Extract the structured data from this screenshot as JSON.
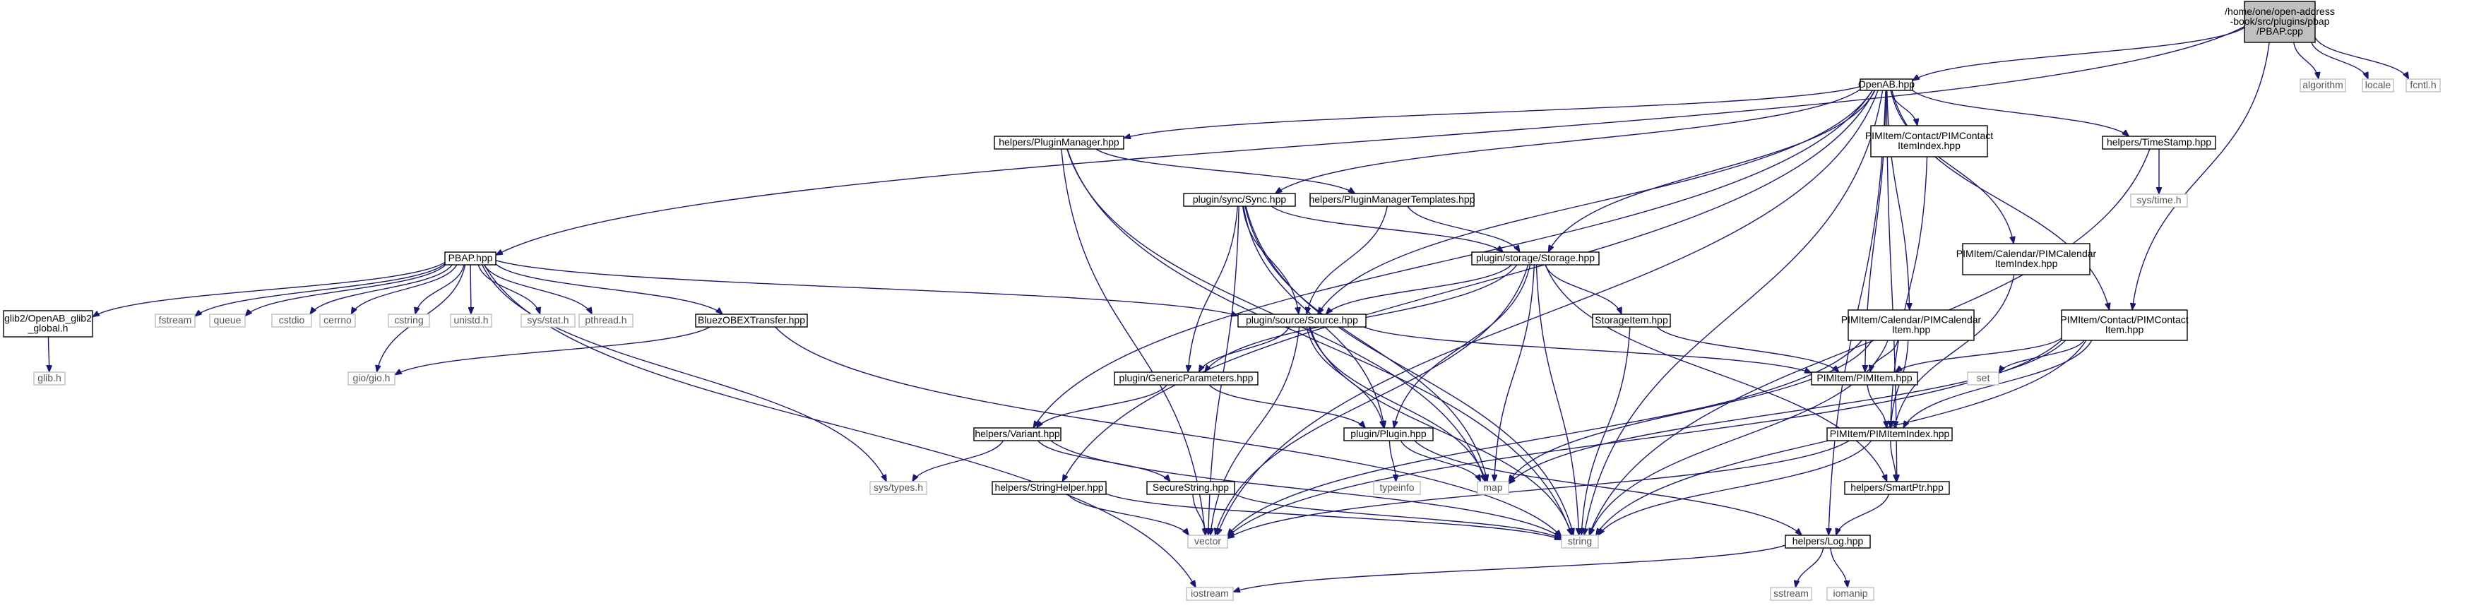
{
  "title": "",
  "colors": {
    "edge": "#191970",
    "node_border": "#000000",
    "system_border": "#bfbfbf",
    "root_fill": "#bfbfbf",
    "node_fill": "#ffffff"
  },
  "nodes": [
    {
      "id": "pbap_cpp",
      "lines": [
        "/home/one/open-address",
        "-book/src/plugins/pbap",
        "/PBAP.cpp"
      ],
      "kind": "root"
    },
    {
      "id": "openab",
      "lines": [
        "OpenAB.hpp"
      ],
      "kind": "file"
    },
    {
      "id": "algorithm",
      "lines": [
        "algorithm"
      ],
      "kind": "system"
    },
    {
      "id": "locale",
      "lines": [
        "locale"
      ],
      "kind": "system"
    },
    {
      "id": "fcntl",
      "lines": [
        "fcntl.h"
      ],
      "kind": "system"
    },
    {
      "id": "pluginmanager",
      "lines": [
        "helpers/PluginManager.hpp"
      ],
      "kind": "file"
    },
    {
      "id": "contactindex",
      "lines": [
        "PIMItem/Contact/PIMContact",
        "ItemIndex.hpp"
      ],
      "kind": "file"
    },
    {
      "id": "timestamp",
      "lines": [
        "helpers/TimeStamp.hpp"
      ],
      "kind": "file"
    },
    {
      "id": "systime",
      "lines": [
        "sys/time.h"
      ],
      "kind": "system"
    },
    {
      "id": "sync",
      "lines": [
        "plugin/sync/Sync.hpp"
      ],
      "kind": "file"
    },
    {
      "id": "pmtemplates",
      "lines": [
        "helpers/PluginManagerTemplates.hpp"
      ],
      "kind": "file"
    },
    {
      "id": "pbap_hpp",
      "lines": [
        "PBAP.hpp"
      ],
      "kind": "file"
    },
    {
      "id": "storage",
      "lines": [
        "plugin/storage/Storage.hpp"
      ],
      "kind": "file"
    },
    {
      "id": "calindex",
      "lines": [
        "PIMItem/Calendar/PIMCalendar",
        "ItemIndex.hpp"
      ],
      "kind": "file"
    },
    {
      "id": "glib2global",
      "lines": [
        "glib2/OpenAB_glib2",
        "_global.h"
      ],
      "kind": "file"
    },
    {
      "id": "fstream",
      "lines": [
        "fstream"
      ],
      "kind": "system"
    },
    {
      "id": "queue",
      "lines": [
        "queue"
      ],
      "kind": "system"
    },
    {
      "id": "cstdio",
      "lines": [
        "cstdio"
      ],
      "kind": "system"
    },
    {
      "id": "cerrno",
      "lines": [
        "cerrno"
      ],
      "kind": "system"
    },
    {
      "id": "cstring",
      "lines": [
        "cstring"
      ],
      "kind": "system"
    },
    {
      "id": "unistd",
      "lines": [
        "unistd.h"
      ],
      "kind": "system"
    },
    {
      "id": "sysstat",
      "lines": [
        "sys/stat.h"
      ],
      "kind": "system"
    },
    {
      "id": "pthread",
      "lines": [
        "pthread.h"
      ],
      "kind": "system"
    },
    {
      "id": "bluez",
      "lines": [
        "BluezOBEXTransfer.hpp"
      ],
      "kind": "file"
    },
    {
      "id": "source",
      "lines": [
        "plugin/source/Source.hpp"
      ],
      "kind": "file"
    },
    {
      "id": "storageitem",
      "lines": [
        "StorageItem.hpp"
      ],
      "kind": "file"
    },
    {
      "id": "calitem",
      "lines": [
        "PIMItem/Calendar/PIMCalendar",
        "Item.hpp"
      ],
      "kind": "file"
    },
    {
      "id": "contactitem",
      "lines": [
        "PIMItem/Contact/PIMContact",
        "Item.hpp"
      ],
      "kind": "file"
    },
    {
      "id": "glibh",
      "lines": [
        "glib.h"
      ],
      "kind": "system"
    },
    {
      "id": "giogio",
      "lines": [
        "gio/gio.h"
      ],
      "kind": "system"
    },
    {
      "id": "generic",
      "lines": [
        "plugin/GenericParameters.hpp"
      ],
      "kind": "file"
    },
    {
      "id": "pimitem",
      "lines": [
        "PIMItem/PIMItem.hpp"
      ],
      "kind": "file"
    },
    {
      "id": "set",
      "lines": [
        "set"
      ],
      "kind": "system"
    },
    {
      "id": "variant",
      "lines": [
        "helpers/Variant.hpp"
      ],
      "kind": "file"
    },
    {
      "id": "plugin",
      "lines": [
        "plugin/Plugin.hpp"
      ],
      "kind": "file"
    },
    {
      "id": "pimitemindex",
      "lines": [
        "PIMItem/PIMItemIndex.hpp"
      ],
      "kind": "file"
    },
    {
      "id": "systypes",
      "lines": [
        "sys/types.h"
      ],
      "kind": "system"
    },
    {
      "id": "typeinfo",
      "lines": [
        "typeinfo"
      ],
      "kind": "system"
    },
    {
      "id": "map",
      "lines": [
        "map"
      ],
      "kind": "system"
    },
    {
      "id": "stringhelper",
      "lines": [
        "helpers/StringHelper.hpp"
      ],
      "kind": "file"
    },
    {
      "id": "securestring",
      "lines": [
        "SecureString.hpp"
      ],
      "kind": "file"
    },
    {
      "id": "smartptr",
      "lines": [
        "helpers/SmartPtr.hpp"
      ],
      "kind": "file"
    },
    {
      "id": "vector",
      "lines": [
        "vector"
      ],
      "kind": "system"
    },
    {
      "id": "string",
      "lines": [
        "string"
      ],
      "kind": "system"
    },
    {
      "id": "log",
      "lines": [
        "helpers/Log.hpp"
      ],
      "kind": "file"
    },
    {
      "id": "iostream",
      "lines": [
        "iostream"
      ],
      "kind": "system"
    },
    {
      "id": "sstream",
      "lines": [
        "sstream"
      ],
      "kind": "system"
    },
    {
      "id": "iomanip",
      "lines": [
        "iomanip"
      ],
      "kind": "system"
    }
  ],
  "edges": [
    [
      "pbap_cpp",
      "openab"
    ],
    [
      "pbap_cpp",
      "algorithm"
    ],
    [
      "pbap_cpp",
      "locale"
    ],
    [
      "pbap_cpp",
      "fcntl"
    ],
    [
      "pbap_cpp",
      "pbap_hpp"
    ],
    [
      "pbap_cpp",
      "contactitem"
    ],
    [
      "openab",
      "pluginmanager"
    ],
    [
      "openab",
      "contactindex"
    ],
    [
      "openab",
      "timestamp"
    ],
    [
      "openab",
      "sync"
    ],
    [
      "openab",
      "storage"
    ],
    [
      "openab",
      "calindex"
    ],
    [
      "openab",
      "source"
    ],
    [
      "openab",
      "calitem"
    ],
    [
      "openab",
      "contactitem"
    ],
    [
      "openab",
      "pimitem"
    ],
    [
      "openab",
      "variant"
    ],
    [
      "openab",
      "stringhelper"
    ],
    [
      "openab",
      "smartptr"
    ],
    [
      "openab",
      "string"
    ],
    [
      "openab",
      "log"
    ],
    [
      "openab",
      "vector"
    ],
    [
      "pluginmanager",
      "pmtemplates"
    ],
    [
      "pluginmanager",
      "vector"
    ],
    [
      "pluginmanager",
      "string"
    ],
    [
      "pluginmanager",
      "map"
    ],
    [
      "contactindex",
      "pimitemindex"
    ],
    [
      "timestamp",
      "systime"
    ],
    [
      "timestamp",
      "string"
    ],
    [
      "sync",
      "storage"
    ],
    [
      "sync",
      "source"
    ],
    [
      "sync",
      "generic"
    ],
    [
      "sync",
      "plugin"
    ],
    [
      "sync",
      "vector"
    ],
    [
      "sync",
      "string"
    ],
    [
      "sync",
      "map"
    ],
    [
      "pmtemplates",
      "storage"
    ],
    [
      "pmtemplates",
      "source"
    ],
    [
      "pbap_hpp",
      "glib2global"
    ],
    [
      "pbap_hpp",
      "fstream"
    ],
    [
      "pbap_hpp",
      "queue"
    ],
    [
      "pbap_hpp",
      "cstdio"
    ],
    [
      "pbap_hpp",
      "cerrno"
    ],
    [
      "pbap_hpp",
      "cstring"
    ],
    [
      "pbap_hpp",
      "unistd"
    ],
    [
      "pbap_hpp",
      "sysstat"
    ],
    [
      "pbap_hpp",
      "pthread"
    ],
    [
      "pbap_hpp",
      "bluez"
    ],
    [
      "pbap_hpp",
      "source"
    ],
    [
      "pbap_hpp",
      "giogio"
    ],
    [
      "pbap_hpp",
      "systypes"
    ],
    [
      "pbap_hpp",
      "iostream"
    ],
    [
      "storage",
      "source"
    ],
    [
      "storage",
      "storageitem"
    ],
    [
      "storage",
      "generic"
    ],
    [
      "storage",
      "plugin"
    ],
    [
      "storage",
      "smartptr"
    ],
    [
      "storage",
      "vector"
    ],
    [
      "storage",
      "string"
    ],
    [
      "storage",
      "map"
    ],
    [
      "calindex",
      "pimitemindex"
    ],
    [
      "glib2global",
      "glibh"
    ],
    [
      "bluez",
      "giogio"
    ],
    [
      "bluez",
      "string"
    ],
    [
      "source",
      "generic"
    ],
    [
      "source",
      "plugin"
    ],
    [
      "source",
      "pimitem"
    ],
    [
      "source",
      "vector"
    ],
    [
      "source",
      "string"
    ],
    [
      "source",
      "map"
    ],
    [
      "storageitem",
      "pimitem"
    ],
    [
      "storageitem",
      "string"
    ],
    [
      "calitem",
      "pimitem"
    ],
    [
      "calitem",
      "pimitemindex"
    ],
    [
      "calitem",
      "string"
    ],
    [
      "calitem",
      "vector"
    ],
    [
      "calitem",
      "map"
    ],
    [
      "contactitem",
      "pimitem"
    ],
    [
      "contactitem",
      "pimitemindex"
    ],
    [
      "contactitem",
      "set"
    ],
    [
      "contactitem",
      "string"
    ],
    [
      "contactitem",
      "vector"
    ],
    [
      "contactitem",
      "map"
    ],
    [
      "generic",
      "variant"
    ],
    [
      "generic",
      "plugin"
    ],
    [
      "pimitem",
      "pimitemindex"
    ],
    [
      "variant",
      "systypes"
    ],
    [
      "variant",
      "securestring"
    ],
    [
      "variant",
      "string"
    ],
    [
      "plugin",
      "typeinfo"
    ],
    [
      "plugin",
      "map"
    ],
    [
      "plugin",
      "log"
    ],
    [
      "pimitemindex",
      "smartptr"
    ],
    [
      "pimitemindex",
      "string"
    ],
    [
      "pimitemindex",
      "vector"
    ],
    [
      "stringhelper",
      "vector"
    ],
    [
      "stringhelper",
      "string"
    ],
    [
      "securestring",
      "vector"
    ],
    [
      "securestring",
      "string"
    ],
    [
      "smartptr",
      "log"
    ],
    [
      "log",
      "sstream"
    ],
    [
      "log",
      "iomanip"
    ],
    [
      "log",
      "iostream"
    ]
  ]
}
